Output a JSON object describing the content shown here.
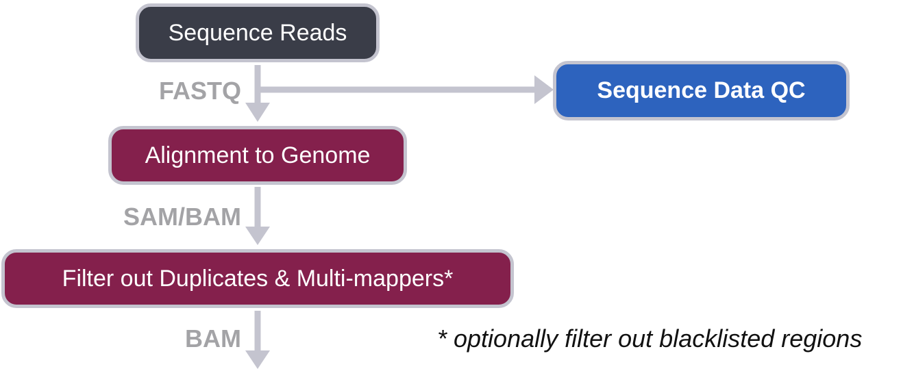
{
  "nodes": {
    "sequence_reads": "Sequence Reads",
    "sequence_data_qc": "Sequence Data QC",
    "alignment": "Alignment to Genome",
    "filter": "Filter out Duplicates & Multi-mappers*"
  },
  "edge_labels": {
    "fastq": "FASTQ",
    "sam_bam": "SAM/BAM",
    "bam": "BAM"
  },
  "footnote": "* optionally filter out blacklisted regions",
  "colors": {
    "reads_fill": "#3a3d48",
    "qc_fill": "#2d63be",
    "process_fill": "#84204c",
    "node_border": "#c4c4cf",
    "arrow": "#c4c4cf",
    "edge_label": "#a3a3a6"
  }
}
